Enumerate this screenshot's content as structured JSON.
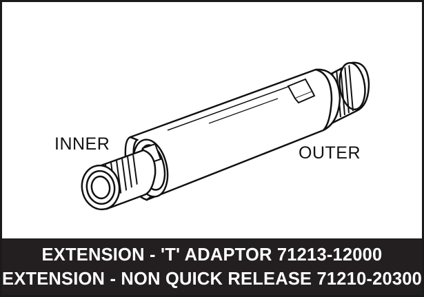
{
  "labels": {
    "inner": "INNER",
    "outer": "OUTER"
  },
  "caption": {
    "line1": "EXTENSION - 'T' ADAPTOR 71213-12000",
    "line2": "EXTENSION - NON QUICK RELEASE 71210-20300"
  },
  "colors": {
    "border": "#1a1a1a",
    "caption_background": "#231f20",
    "caption_text": "#ffffff",
    "line_art": "#111111"
  }
}
